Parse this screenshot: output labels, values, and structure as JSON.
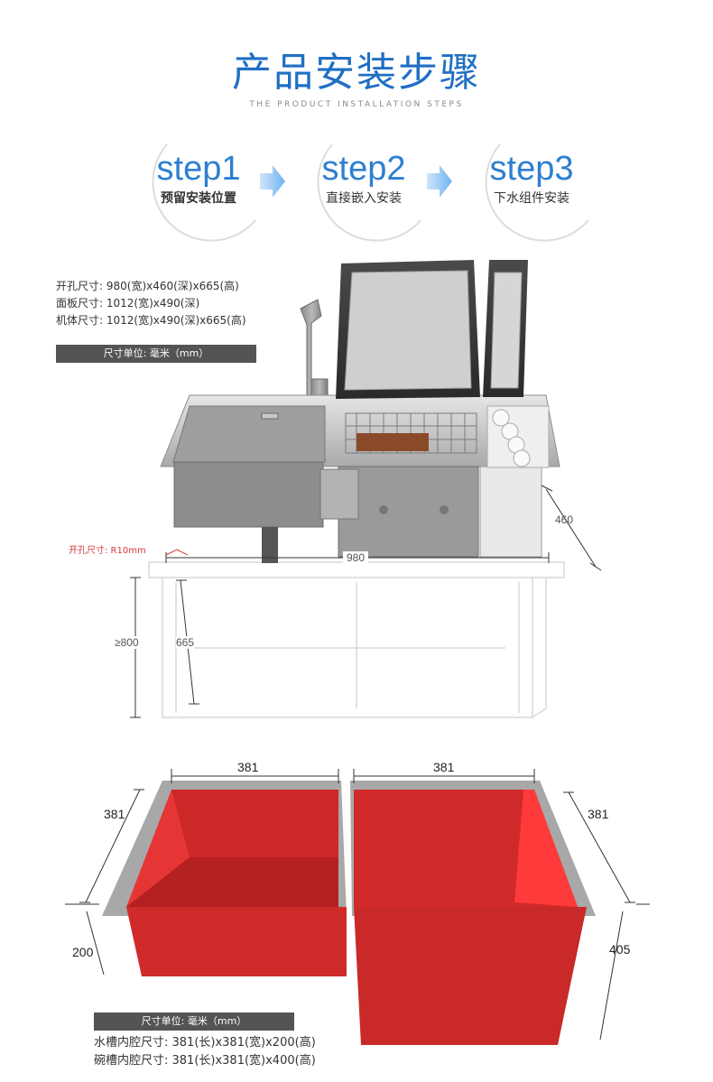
{
  "header": {
    "title": "产品安装步骤",
    "subtitle": "THE PRODUCT INSTALLATION STEPS"
  },
  "steps": [
    {
      "label": "step1",
      "desc": "预留安装位置"
    },
    {
      "label": "step2",
      "desc": "直接嵌入安装"
    },
    {
      "label": "step3",
      "desc": "下水组件安装"
    }
  ],
  "specs": {
    "cutout": "开孔尺寸: 980(宽)x460(深)x665(高)",
    "panel": "面板尺寸: 1012(宽)x490(深)",
    "body": "机体尺寸: 1012(宽)x490(深)x665(高)",
    "unit": "尺寸单位: 毫米（mm）"
  },
  "diagram1": {
    "radius_note": "开孔尺寸: R10mm",
    "width": "980",
    "depth": "460",
    "min_height": "≥800",
    "height": "665"
  },
  "diagram2": {
    "left_width": "381",
    "right_width": "381",
    "left_depth": "381",
    "right_depth": "381",
    "left_height": "200",
    "right_height": "405",
    "unit": "尺寸单位: 毫米（mm）",
    "sink_cavity": "水槽内腔尺寸: 381(长)x381(宽)x200(高)",
    "dish_cavity": "碗槽内腔尺寸: 381(长)x381(宽)x400(高)"
  },
  "colors": {
    "title_blue": "#1f6fc4",
    "step_blue": "#2d7fd0",
    "cavity_red": "#cf2a2a",
    "unit_bar": "#545454"
  }
}
